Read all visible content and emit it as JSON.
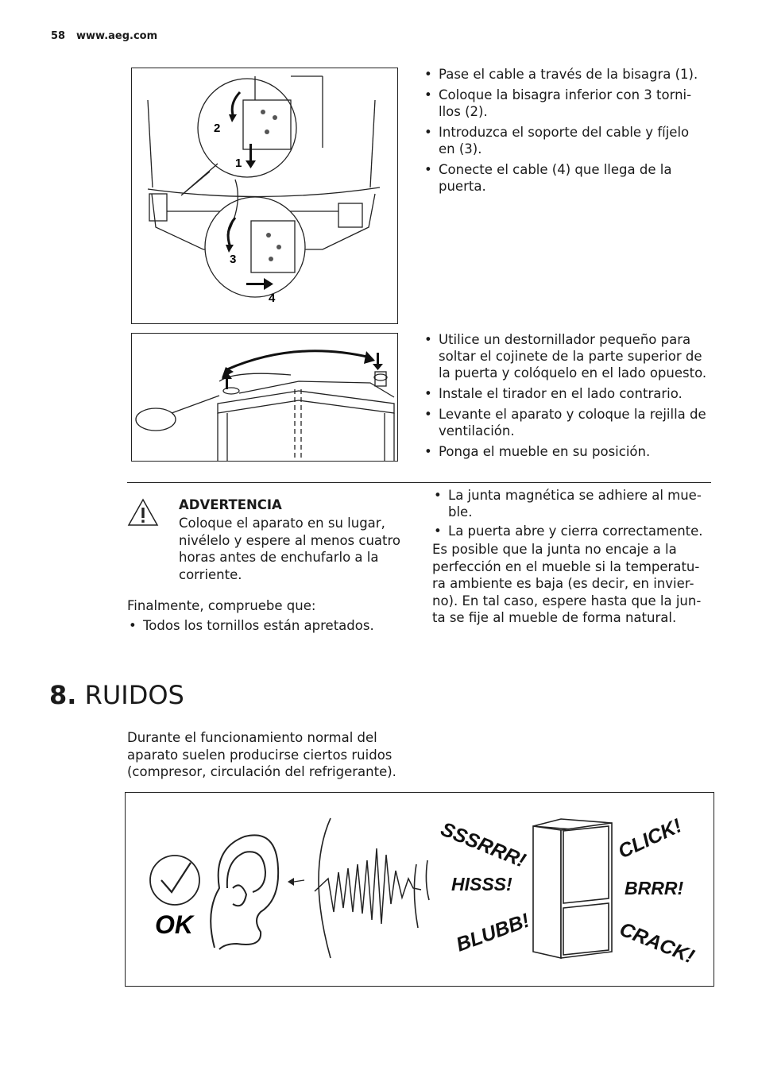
{
  "header": {
    "page_number": "58",
    "website": "www.aeg.com"
  },
  "figure1": {
    "labels": [
      "2",
      "1",
      "3",
      "4"
    ]
  },
  "steps1": [
    "Pase el cable a través de la bisagra (1).",
    "Coloque la bisagra inferior con 3 torni-llos (2).",
    "Introduzca el soporte del cable y fíjelo en (3).",
    "Conecte el cable (4) que llega de la puerta."
  ],
  "steps2": [
    "Utilice un destornillador pequeño para soltar el cojinete de la parte superior de la puerta y colóquelo en el lado opuesto.",
    "Instale el tirador en el lado contrario.",
    "Levante el aparato y coloque la rejilla de ventilación.",
    "Ponga el mueble en su posición."
  ],
  "warning": {
    "title": "ADVERTENCIA",
    "body": "Coloque el aparato en su lugar, nivélelo y espere al menos cuatro horas antes de enchufarlo a la corriente."
  },
  "check": {
    "intro": "Finalmente, compruebe que:",
    "items_left": [
      "Todos los tornillos están apretados."
    ],
    "items_right": [
      "La junta magnética se adhiere al mue-ble.",
      "La puerta abre y cierra correctamente."
    ],
    "note": "Es posible que la junta no encaje a la perfección en el mueble si la temperatu-ra ambiente es baja (es decir, en invier-no). En tal caso, espere hasta que la jun-ta se fije al mueble de forma natural."
  },
  "section": {
    "number": "8.",
    "title": "RUIDOS",
    "intro": "Durante el funcionamiento normal del aparato suelen producirse ciertos ruidos (compresor, circulación del refrigerante)."
  },
  "noise_figure": {
    "ok_label": "OK",
    "sounds": [
      "SSSRRR!",
      "HISSS!",
      "BLUBB!",
      "CLICK!",
      "BRRR!",
      "CRACK!"
    ]
  }
}
